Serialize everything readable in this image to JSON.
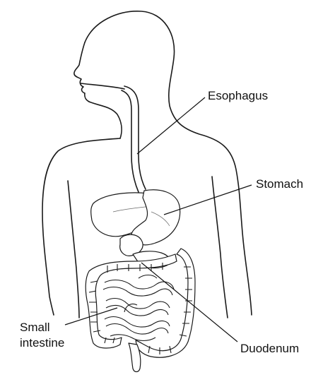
{
  "labels": {
    "esophagus": "Esophagus",
    "stomach": "Stomach",
    "small_intestine_line1": "Small",
    "small_intestine_line2": "intestine",
    "duodenum": "Duodenum"
  }
}
